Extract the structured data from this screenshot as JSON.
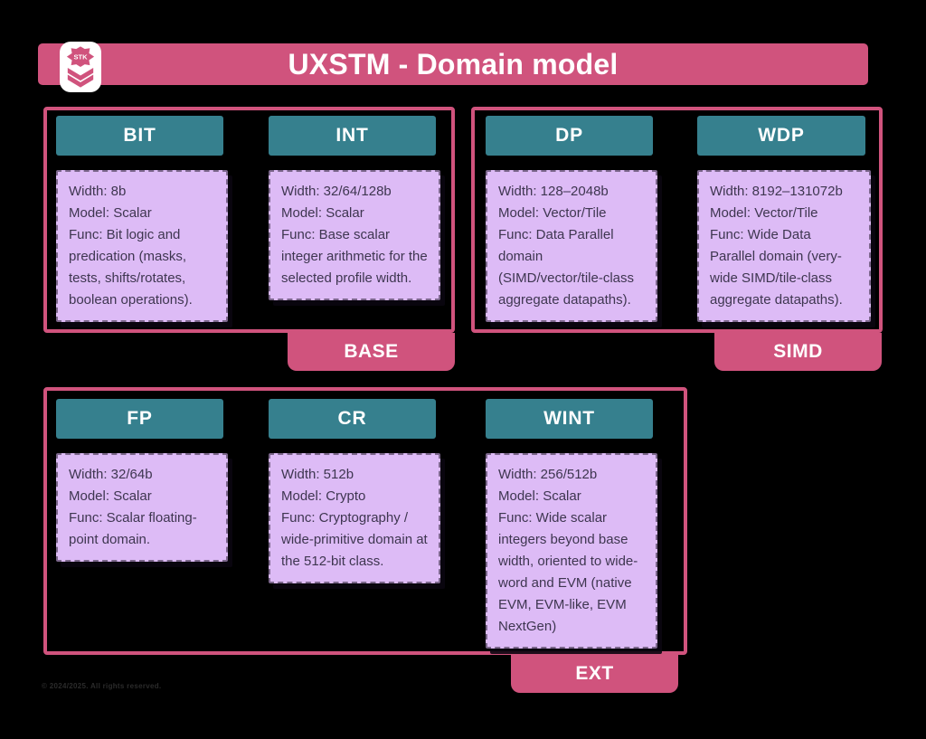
{
  "header": {
    "title": "UXSTM - Domain model",
    "logo_text": "STK"
  },
  "colors": {
    "background": "#000000",
    "accent_pink": "#d0537d",
    "header_teal": "#36808e",
    "card_purple": "#ddbbf6",
    "card_text": "#3e3650"
  },
  "groups": [
    {
      "label": "BASE",
      "cards": [
        {
          "title": "BIT",
          "fields": [
            "Width: 8b",
            "Model: Scalar",
            "Func: Bit logic and predication (masks, tests, shifts/rotates, boolean operations)."
          ]
        },
        {
          "title": "INT",
          "fields": [
            "Width: 32/64/128b",
            "Model: Scalar",
            "Func: Base scalar integer arithmetic for the selected profile width."
          ]
        }
      ]
    },
    {
      "label": "SIMD",
      "cards": [
        {
          "title": "DP",
          "fields": [
            "Width: 128–2048b",
            "Model: Vector/Tile",
            "Func: Data Parallel domain (SIMD/vector/tile-class aggregate datapaths)."
          ]
        },
        {
          "title": "WDP",
          "fields": [
            "Width: 8192–131072b",
            "Model: Vector/Tile",
            "Func: Wide Data Parallel domain (very-wide SIMD/tile-class aggregate datapaths)."
          ]
        }
      ]
    },
    {
      "label": "EXT",
      "cards": [
        {
          "title": "FP",
          "fields": [
            "Width: 32/64b",
            "Model: Scalar",
            "Func: Scalar floating-point domain."
          ]
        },
        {
          "title": "CR",
          "fields": [
            "Width: 512b",
            "Model: Crypto",
            "Func: Cryptography / wide-primitive domain at the 512-bit class."
          ]
        },
        {
          "title": "WINT",
          "fields": [
            "Width: 256/512b",
            "Model: Scalar",
            "Func: Wide scalar integers beyond base width, oriented to wide-word and EVM (native EVM, EVM-like, EVM NextGen)"
          ]
        }
      ]
    }
  ],
  "footer": {
    "copyright": "© 2024/2025. All rights reserved."
  }
}
